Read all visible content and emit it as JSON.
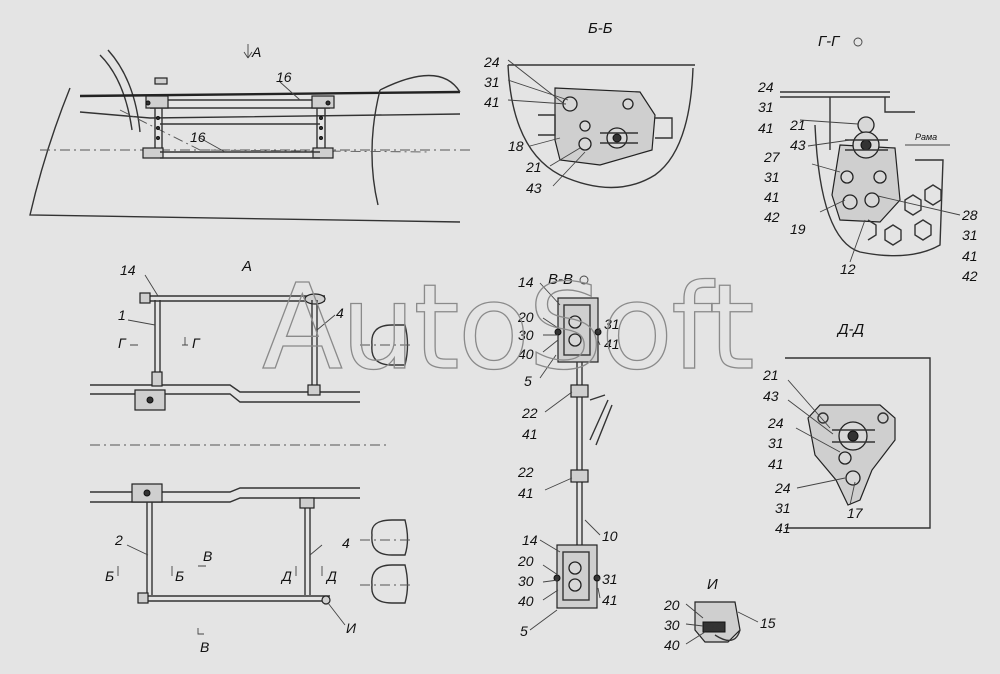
{
  "watermark": "AutoSoft",
  "views": {
    "bb": "Б-Б",
    "gg": "Г-Г",
    "vv": "В-В",
    "dd": "Д-Д",
    "i": "И",
    "a": "А",
    "a_arrow": "А"
  },
  "frame_label": "Рама",
  "section_marks": {
    "g_left": "Г",
    "g_right": "Г",
    "b_left": "Б",
    "b_right": "Б",
    "v_top": "В",
    "v_bottom": "В",
    "d_left": "Д",
    "d_right": "Д",
    "i_callout": "И"
  },
  "labels": {
    "top_16a": "16",
    "top_16b": "16",
    "bb_24": "24",
    "bb_31": "31",
    "bb_41": "41",
    "bb_18": "18",
    "bb_21": "21",
    "bb_43": "43",
    "gg_24": "24",
    "gg_31a": "31",
    "gg_41a": "41",
    "gg_21": "21",
    "gg_43": "43",
    "gg_27": "27",
    "gg_31b": "31",
    "gg_41b": "41",
    "gg_42a": "42",
    "gg_19": "19",
    "gg_28": "28",
    "gg_31c": "31",
    "gg_41c": "41",
    "gg_42b": "42",
    "gg_12": "12",
    "a_14": "14",
    "a_1": "1",
    "a_4": "4",
    "b_2": "2",
    "b_4": "4",
    "vv_14a": "14",
    "vv_20a": "20",
    "vv_30a": "30",
    "vv_40a": "40",
    "vv_31a": "31",
    "vv_41a": "41",
    "vv_5a": "5",
    "vv_22a": "22",
    "vv_41b": "41",
    "vv_22b": "22",
    "vv_41c": "41",
    "vv_10": "10",
    "vv_14b": "14",
    "vv_20b": "20",
    "vv_30b": "30",
    "vv_40b": "40",
    "vv_31b": "31",
    "vv_41d": "41",
    "vv_5b": "5",
    "dd_21": "21",
    "dd_43": "43",
    "dd_24a": "24",
    "dd_31a": "31",
    "dd_41a": "41",
    "dd_24b": "24",
    "dd_31b": "31",
    "dd_41b": "41",
    "dd_17": "17",
    "i_20": "20",
    "i_30": "30",
    "i_40": "40",
    "i_15": "15"
  }
}
